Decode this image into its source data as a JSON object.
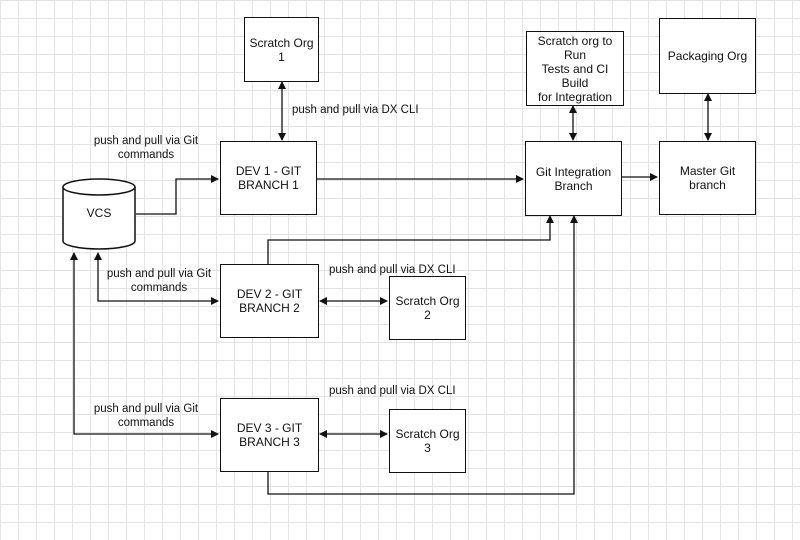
{
  "nodes": {
    "vcs": "VCS",
    "scratch_org_1": "Scratch Org\n1",
    "dev1": "DEV 1 - GIT\nBRANCH 1",
    "dev2": "DEV 2 - GIT\nBRANCH 2",
    "dev3": "DEV 3 - GIT\nBRANCH 3",
    "scratch_org_2": "Scratch Org\n2",
    "scratch_org_3": "Scratch Org\n3",
    "scratch_org_ci": "Scratch org to Run\nTests and CI Build\nfor Integration",
    "git_integration": "Git  Integration\nBranch",
    "packaging_org": "Packaging Org",
    "master_branch": "Master Git branch"
  },
  "labels": {
    "git_dev1": "push and pull via Git\ncommands",
    "git_dev2": "push and pull via Git\ncommands",
    "git_dev3": "push and pull via Git\ncommands",
    "dx_org1": "push and pull via DX CLI",
    "dx_org2": "push and pull via DX CLI",
    "dx_org3": "push and pull via DX CLI"
  },
  "colors": {
    "stroke": "#111111",
    "grid": "#e3e3e3",
    "background": "#ffffff"
  }
}
